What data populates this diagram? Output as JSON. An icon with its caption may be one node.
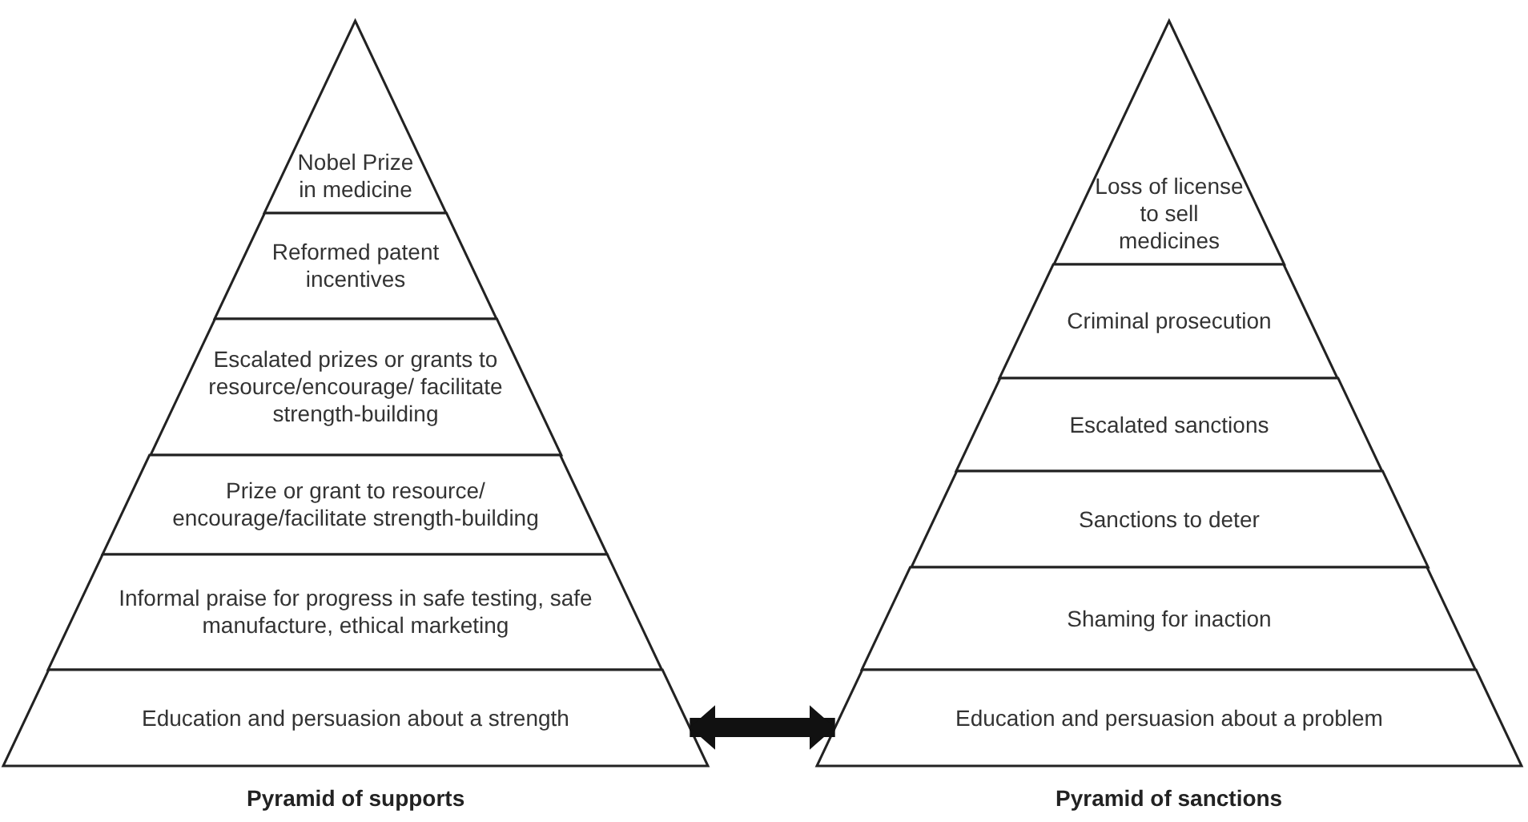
{
  "diagram": {
    "nodes": [
      {
        "text": [
          "Pyramid of supports"
        ]
      },
      {
        "text": [
          "Nobel Prize in medicine"
        ],
        "in": 0
      },
      {
        "text": [
          "Reformed patent incentives"
        ],
        "in": 0
      },
      {
        "text": [
          "Escalated prizes or grants to resource/encourage/ facilitate strength-building"
        ],
        "in": 0
      },
      {
        "text": [
          "Prize or grant to resource/ encourage/facilitate strength-building"
        ],
        "in": 0
      },
      {
        "text": [
          "Informal praise for progress in safe testing, safe manufacture, ethical marketing"
        ],
        "in": 0
      },
      {
        "text": [
          "Education and persuasion about a strength"
        ],
        "in": 0
      },
      {
        "text": [
          "Pyramid of sanctions"
        ]
      },
      {
        "text": [
          "Loss of license to sell medicines"
        ],
        "in": 7
      },
      {
        "text": [
          "Criminal prosecution"
        ],
        "in": 7
      },
      {
        "text": [
          "Escalated sanctions"
        ],
        "in": 7
      },
      {
        "text": [
          "Sanctions to deter"
        ],
        "in": 7
      },
      {
        "text": [
          "Shaming for inaction"
        ],
        "in": 7
      },
      {
        "text": [
          "Education and persuasion about a problem"
        ],
        "in": 7
      }
    ],
    "edges": [
      {
        "from": 6,
        "to": 13,
        "arrow": "both"
      }
    ]
  }
}
